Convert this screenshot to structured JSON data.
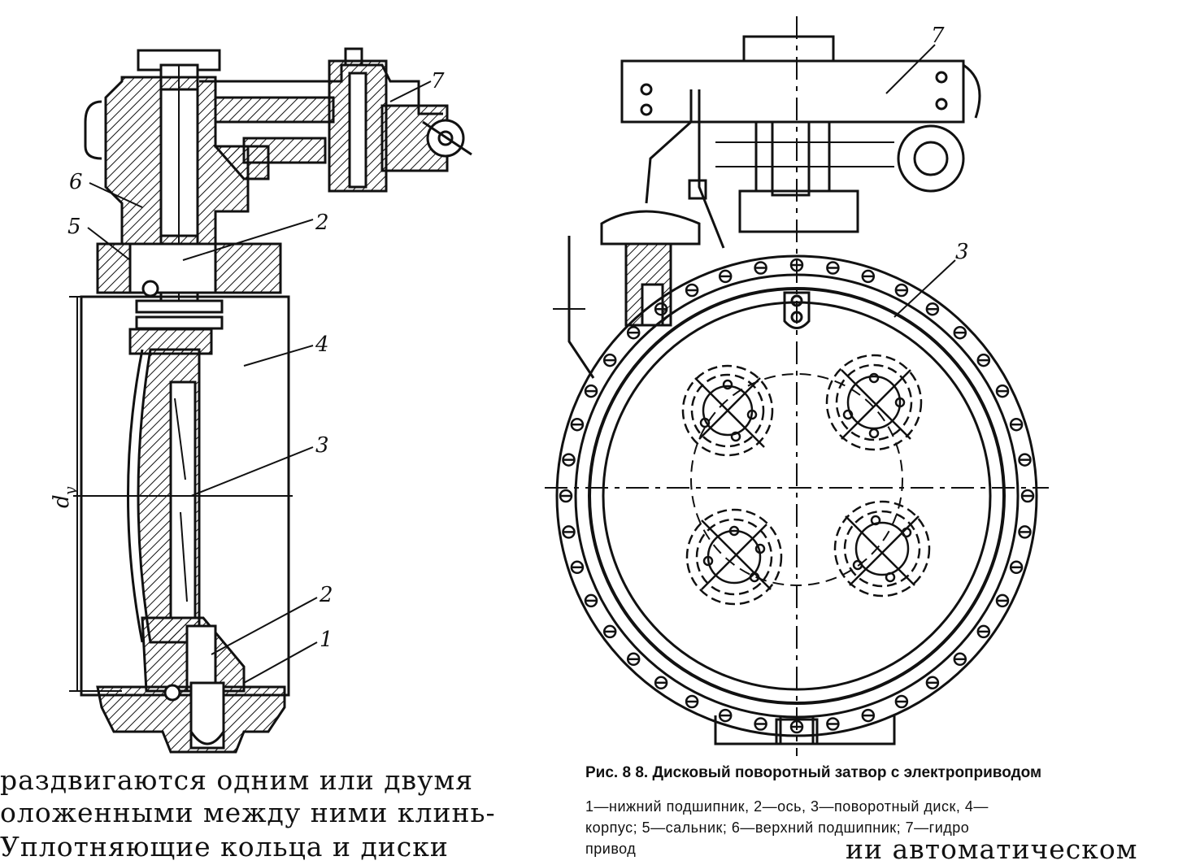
{
  "figure": {
    "left_labels": [
      "6",
      "5",
      "2",
      "7",
      "4",
      "3",
      "2",
      "1"
    ],
    "dim_label": "d",
    "dim_sub": "y",
    "right_labels": [
      "7",
      "3"
    ]
  },
  "body_text": {
    "line1": "раздвигаются одним или двумя",
    "line2": "оложенными между ними клинь-",
    "line3": "Уплотняющие кольца и диски"
  },
  "caption": {
    "title": "Рис. 8 8. Дисковый поворотный затвор с электроприводом",
    "line1": "1—нижний подшипник, 2—ось, 3—поворотный диск, 4—",
    "line2": "корпус; 5—сальник; 6—верхний подшипник; 7—гидро",
    "line3": "привод"
  },
  "tail_text": "ии автоматическом"
}
